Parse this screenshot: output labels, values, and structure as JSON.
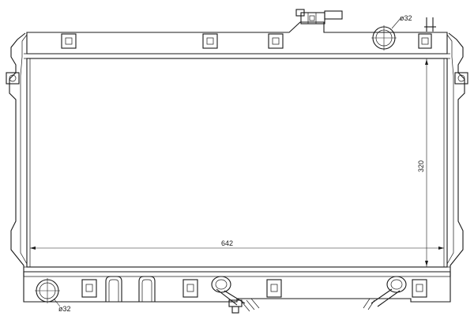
{
  "labels": {
    "width": "642",
    "height": "320",
    "inlet_diameter": "ø32",
    "outlet_diameter": "ø32"
  }
}
